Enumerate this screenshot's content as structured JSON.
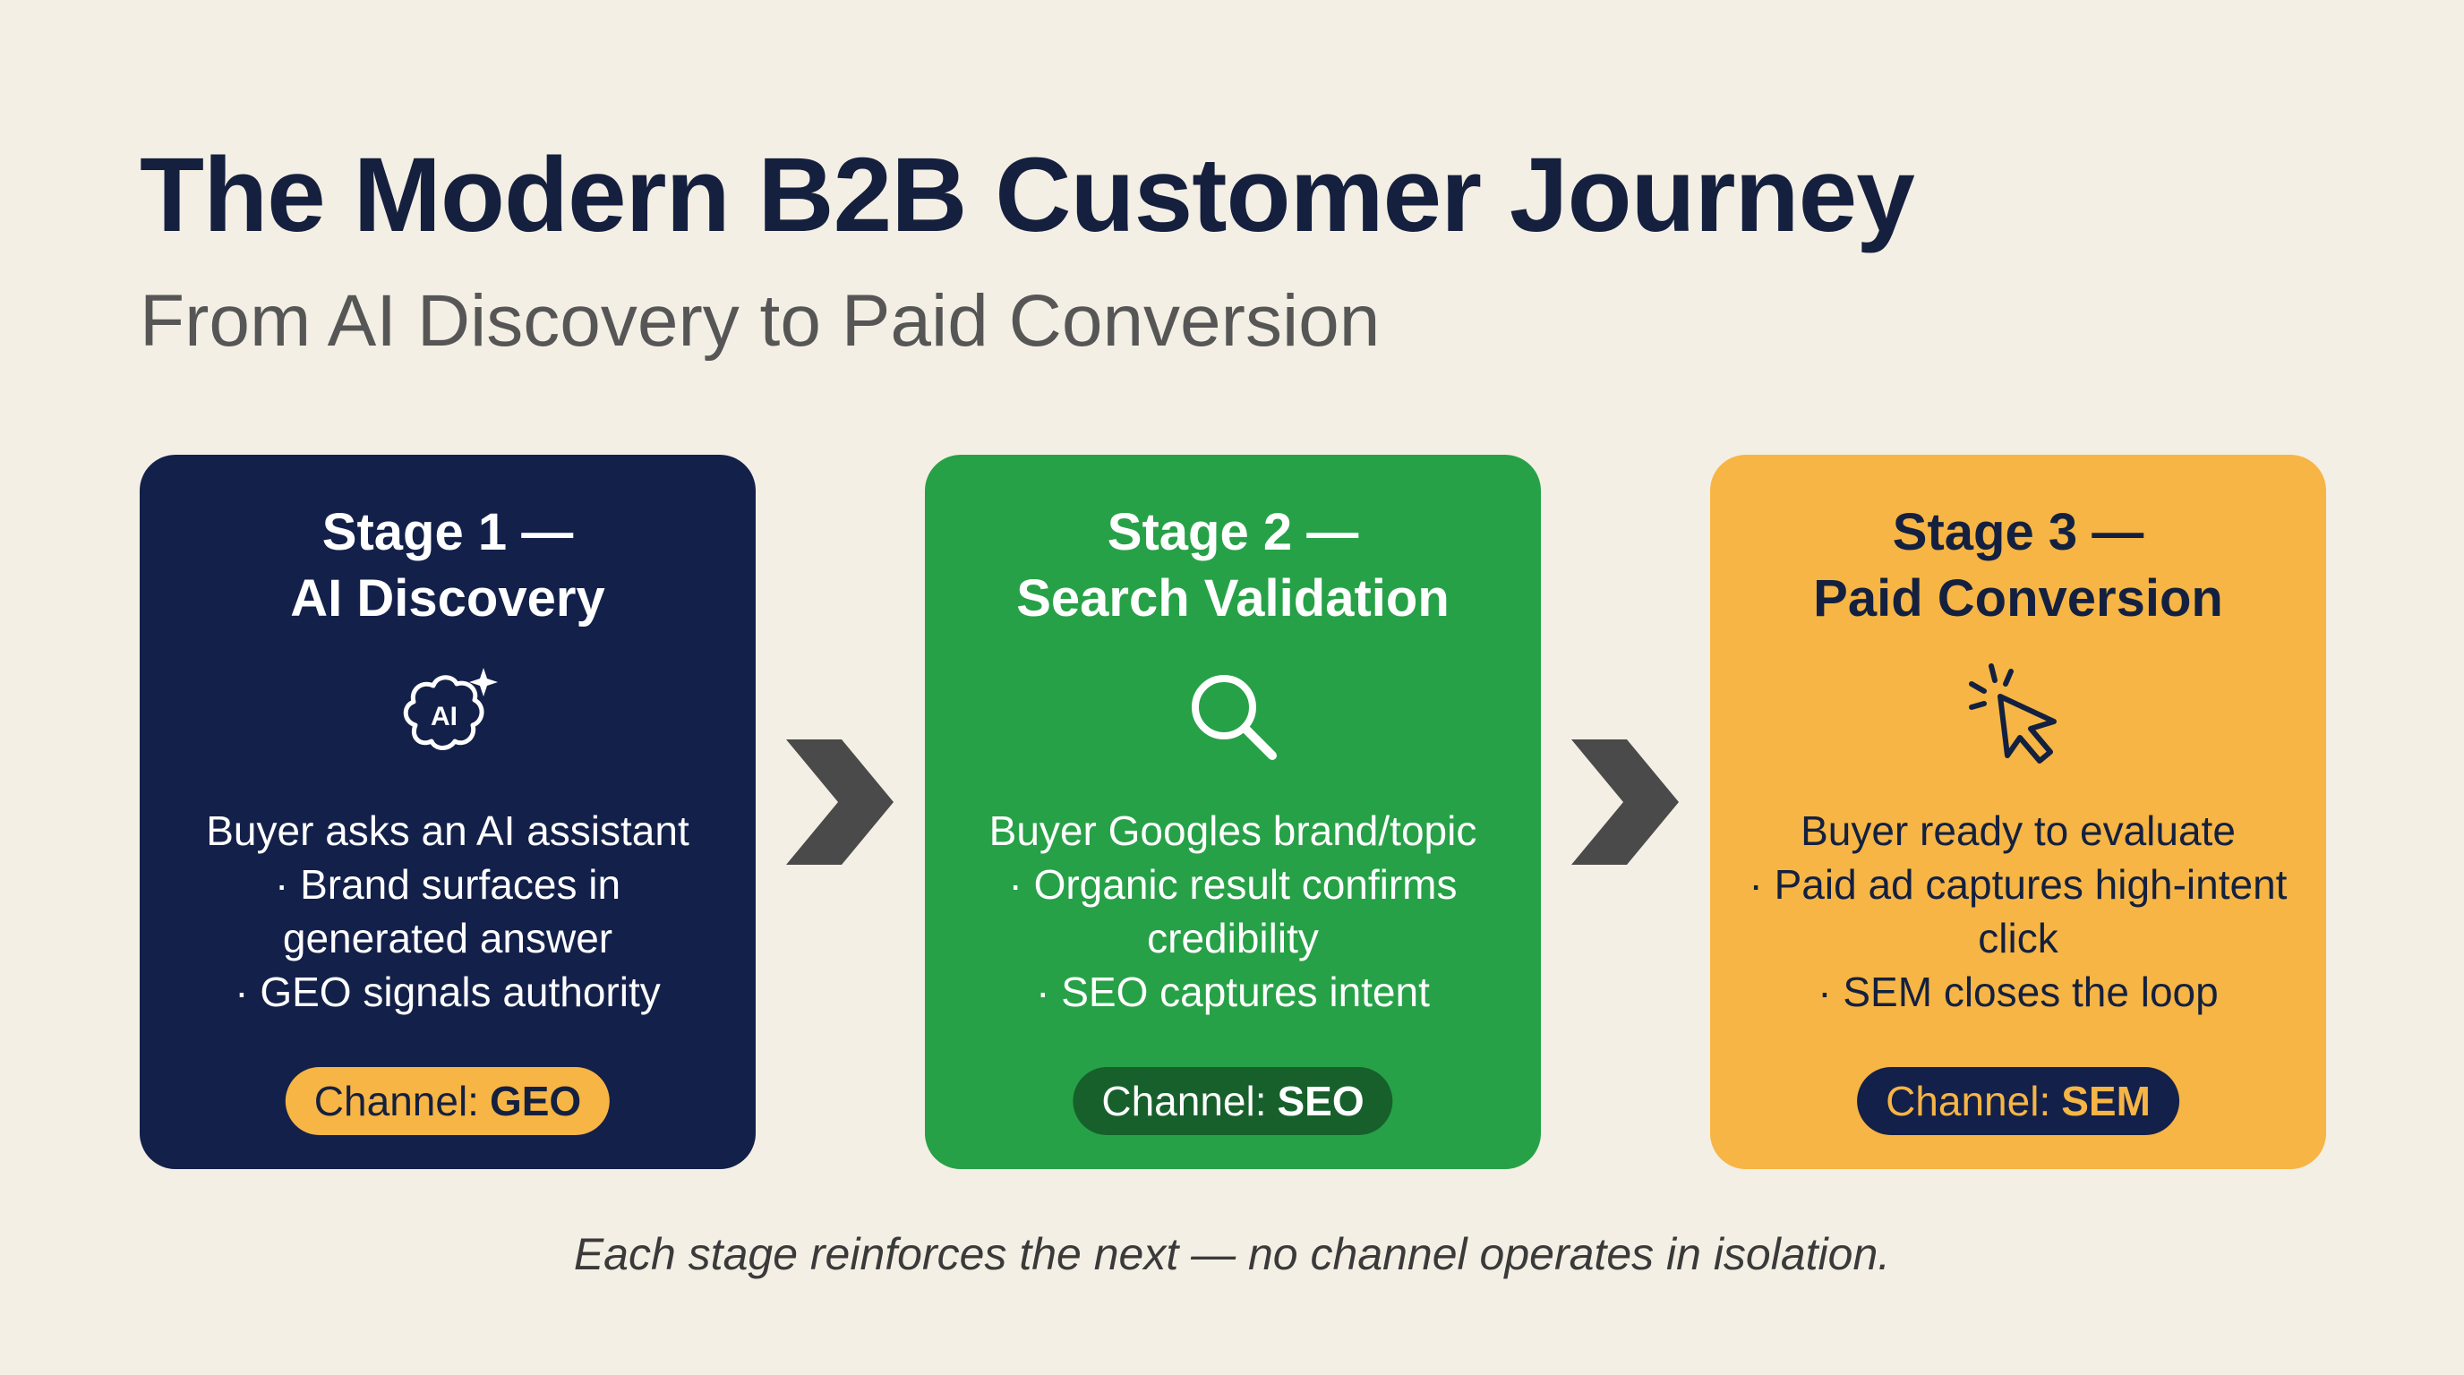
{
  "header": {
    "title": "The Modern B2B Customer Journey",
    "subtitle": "From AI Discovery to Paid Conversion"
  },
  "stages": [
    {
      "number": "Stage 1 —",
      "name": "AI Discovery",
      "icon": "ai-brain-sparkle-icon",
      "icon_text": "AI",
      "lines": [
        "Buyer asks an AI assistant",
        "· Brand surfaces in",
        "generated answer",
        "· GEO signals authority"
      ],
      "channel_label": "Channel:",
      "channel_value": "GEO",
      "color": "#13204a"
    },
    {
      "number": "Stage 2 —",
      "name": "Search Validation",
      "icon": "magnifying-glass-icon",
      "lines": [
        "Buyer Googles brand/topic",
        "· Organic result confirms",
        "credibility",
        "· SEO captures intent"
      ],
      "channel_label": "Channel:",
      "channel_value": "SEO",
      "color": "#27a147"
    },
    {
      "number": "Stage 3 —",
      "name": "Paid Conversion",
      "icon": "cursor-click-icon",
      "lines": [
        "Buyer ready to evaluate",
        "· Paid ad captures high-intent",
        "click",
        "· SEM closes the loop"
      ],
      "channel_label": "Channel:",
      "channel_value": "SEM",
      "color": "#f6b544"
    }
  ],
  "connectors": [
    "chevron-right-icon",
    "chevron-right-icon"
  ],
  "footer": "Each stage reinforces the next — no channel operates in isolation.",
  "colors": {
    "background": "#f4efe4",
    "navy": "#13204a",
    "green": "#27a147",
    "amber": "#f6b544",
    "arrow": "#4a4a4a"
  }
}
